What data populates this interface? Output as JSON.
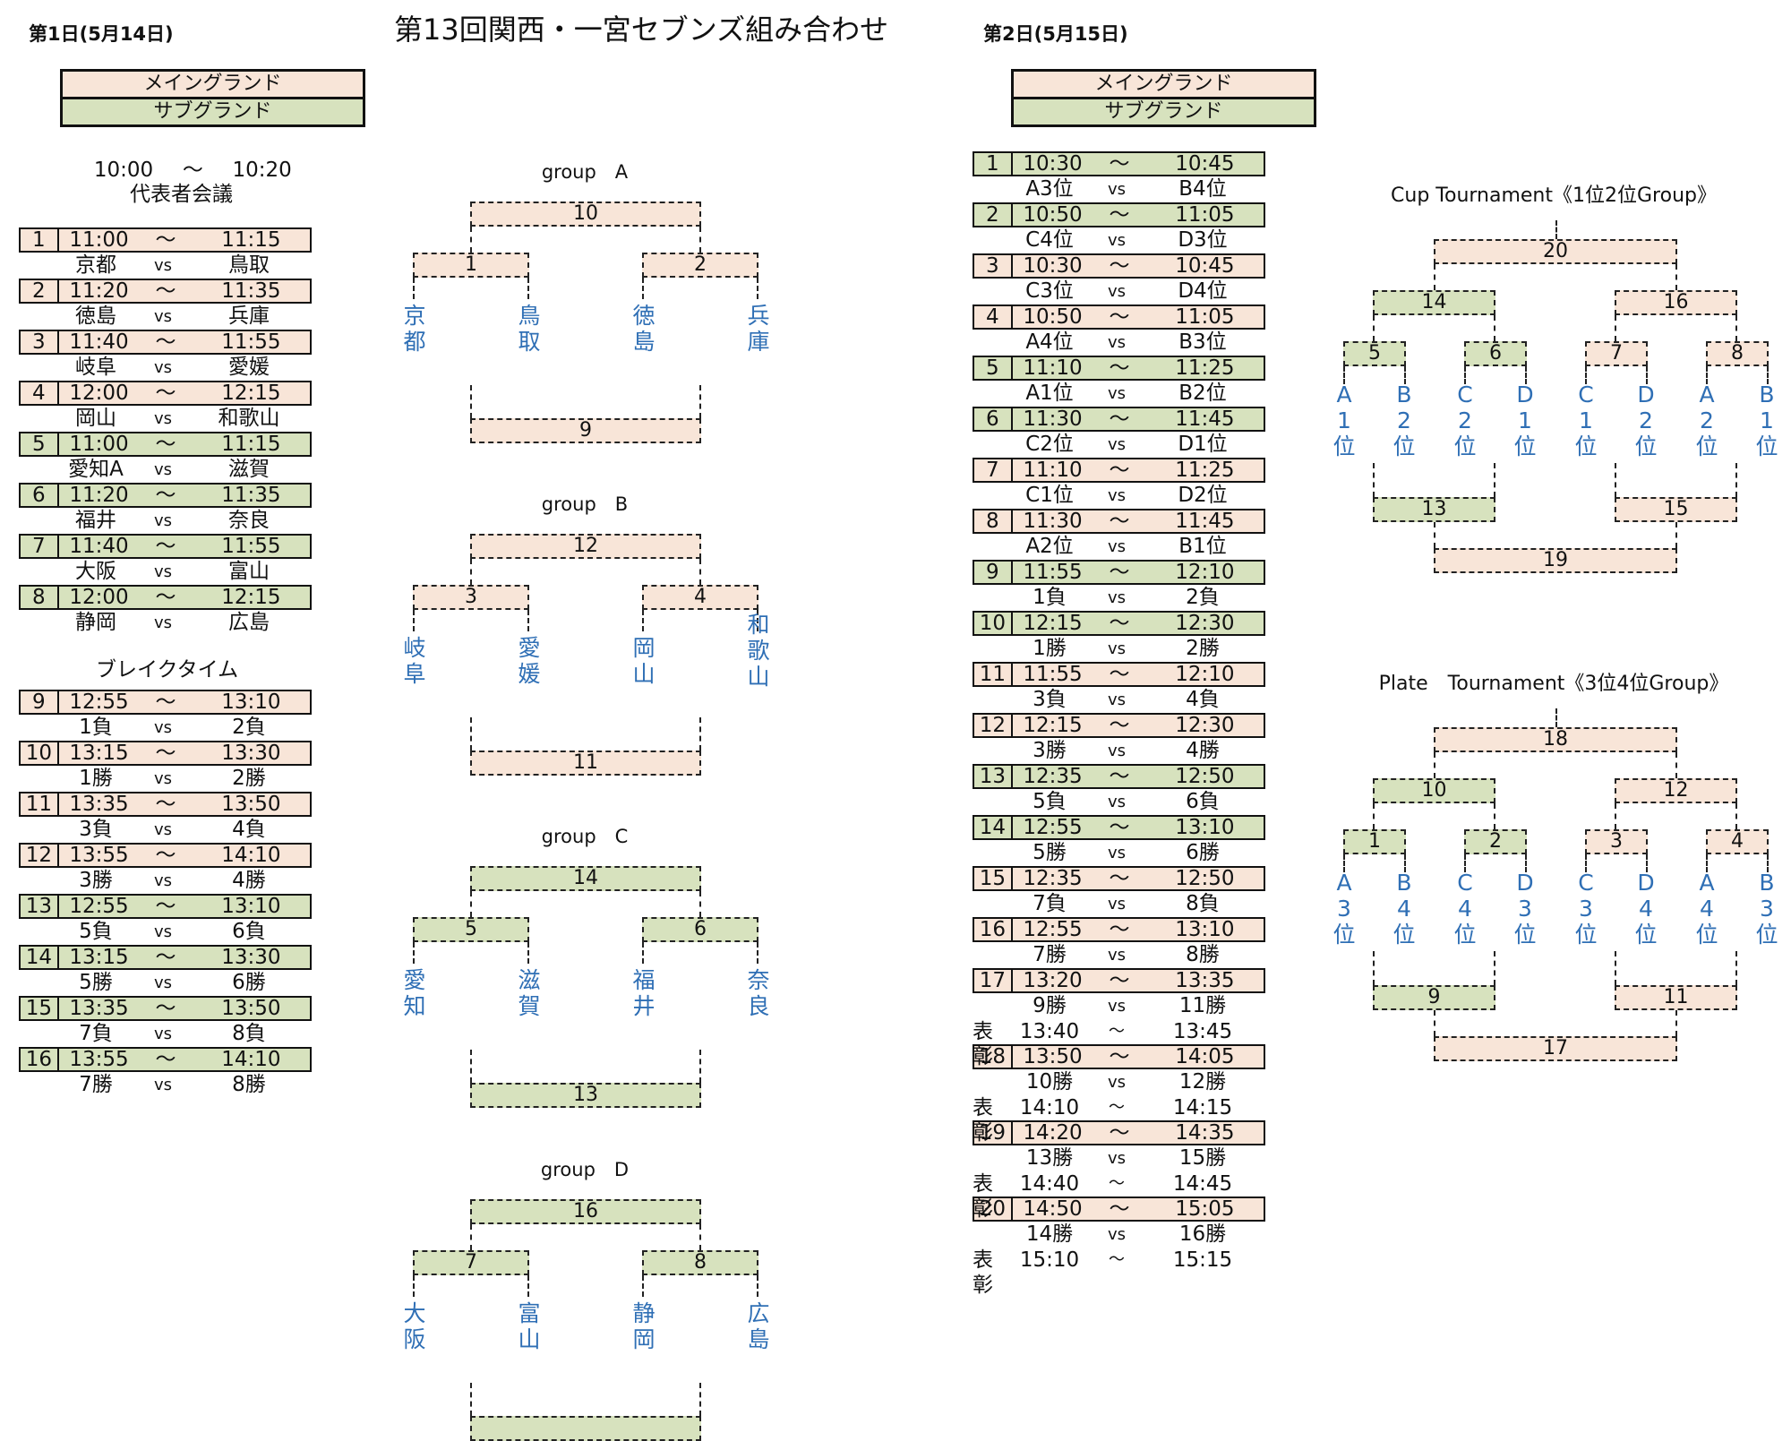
{
  "title": "第13回関西・一宮セブンズ組み合わせ",
  "legend": {
    "main": "メイングランド",
    "sub": "サブグランド"
  },
  "day1": {
    "heading": "第1日(5月14日)",
    "meeting": {
      "start": "10:00",
      "tilde": "～",
      "end": "10:20",
      "label": "代表者会議"
    },
    "break_label": "ブレイクタイム",
    "block1": [
      {
        "no": "1",
        "start": "11:00",
        "end": "11:15",
        "ground": "main",
        "a": "京都",
        "b": "鳥取"
      },
      {
        "no": "2",
        "start": "11:20",
        "end": "11:35",
        "ground": "main",
        "a": "徳島",
        "b": "兵庫"
      },
      {
        "no": "3",
        "start": "11:40",
        "end": "11:55",
        "ground": "main",
        "a": "岐阜",
        "b": "愛媛"
      },
      {
        "no": "4",
        "start": "12:00",
        "end": "12:15",
        "ground": "main",
        "a": "岡山",
        "b": "和歌山"
      },
      {
        "no": "5",
        "start": "11:00",
        "end": "11:15",
        "ground": "sub",
        "a": "愛知A",
        "b": "滋賀"
      },
      {
        "no": "6",
        "start": "11:20",
        "end": "11:35",
        "ground": "sub",
        "a": "福井",
        "b": "奈良"
      },
      {
        "no": "7",
        "start": "11:40",
        "end": "11:55",
        "ground": "sub",
        "a": "大阪",
        "b": "富山"
      },
      {
        "no": "8",
        "start": "12:00",
        "end": "12:15",
        "ground": "sub",
        "a": "静岡",
        "b": "広島"
      }
    ],
    "block2": [
      {
        "no": "9",
        "start": "12:55",
        "end": "13:10",
        "ground": "main",
        "a": "1負",
        "b": "2負"
      },
      {
        "no": "10",
        "start": "13:15",
        "end": "13:30",
        "ground": "main",
        "a": "1勝",
        "b": "2勝"
      },
      {
        "no": "11",
        "start": "13:35",
        "end": "13:50",
        "ground": "main",
        "a": "3負",
        "b": "4負"
      },
      {
        "no": "12",
        "start": "13:55",
        "end": "14:10",
        "ground": "main",
        "a": "3勝",
        "b": "4勝"
      },
      {
        "no": "13",
        "start": "12:55",
        "end": "13:10",
        "ground": "sub",
        "a": "5負",
        "b": "6負"
      },
      {
        "no": "14",
        "start": "13:15",
        "end": "13:30",
        "ground": "sub",
        "a": "5勝",
        "b": "6勝"
      },
      {
        "no": "15",
        "start": "13:35",
        "end": "13:50",
        "ground": "sub",
        "a": "7負",
        "b": "8負"
      },
      {
        "no": "16",
        "start": "13:55",
        "end": "14:10",
        "ground": "sub",
        "a": "7勝",
        "b": "8勝"
      }
    ]
  },
  "groups": [
    {
      "label": "group　A",
      "top": "10",
      "left": "1",
      "right": "2",
      "bottom": "9",
      "ground": "main",
      "teams": [
        "京都",
        "鳥取",
        "徳島",
        "兵庫"
      ]
    },
    {
      "label": "group　B",
      "top": "12",
      "left": "3",
      "right": "4",
      "bottom": "11",
      "ground": "main",
      "teams": [
        "岐阜",
        "愛媛",
        "岡山",
        "和歌山"
      ]
    },
    {
      "label": "group　C",
      "top": "14",
      "left": "5",
      "right": "6",
      "bottom": "13",
      "ground": "sub",
      "teams": [
        "愛知",
        "滋賀",
        "福井",
        "奈良"
      ]
    },
    {
      "label": "group　D",
      "top": "16",
      "left": "7",
      "right": "8",
      "bottom": "",
      "ground": "sub",
      "teams": [
        "大阪",
        "富山",
        "静岡",
        "広島"
      ]
    }
  ],
  "day2": {
    "heading": "第2日(5月15日)",
    "matches": [
      {
        "no": "1",
        "start": "10:30",
        "end": "10:45",
        "ground": "sub",
        "a": "A3位",
        "b": "B4位"
      },
      {
        "no": "2",
        "start": "10:50",
        "end": "11:05",
        "ground": "sub",
        "a": "C4位",
        "b": "D3位"
      },
      {
        "no": "3",
        "start": "10:30",
        "end": "10:45",
        "ground": "main",
        "a": "C3位",
        "b": "D4位"
      },
      {
        "no": "4",
        "start": "10:50",
        "end": "11:05",
        "ground": "main",
        "a": "A4位",
        "b": "B3位"
      },
      {
        "no": "5",
        "start": "11:10",
        "end": "11:25",
        "ground": "sub",
        "a": "A1位",
        "b": "B2位"
      },
      {
        "no": "6",
        "start": "11:30",
        "end": "11:45",
        "ground": "sub",
        "a": "C2位",
        "b": "D1位"
      },
      {
        "no": "7",
        "start": "11:10",
        "end": "11:25",
        "ground": "main",
        "a": "C1位",
        "b": "D2位"
      },
      {
        "no": "8",
        "start": "11:30",
        "end": "11:45",
        "ground": "main",
        "a": "A2位",
        "b": "B1位"
      },
      {
        "no": "9",
        "start": "11:55",
        "end": "12:10",
        "ground": "sub",
        "a": "1負",
        "b": "2負"
      },
      {
        "no": "10",
        "start": "12:15",
        "end": "12:30",
        "ground": "sub",
        "a": "1勝",
        "b": "2勝"
      },
      {
        "no": "11",
        "start": "11:55",
        "end": "12:10",
        "ground": "main",
        "a": "3負",
        "b": "4負"
      },
      {
        "no": "12",
        "start": "12:15",
        "end": "12:30",
        "ground": "main",
        "a": "3勝",
        "b": "4勝"
      },
      {
        "no": "13",
        "start": "12:35",
        "end": "12:50",
        "ground": "sub",
        "a": "5負",
        "b": "6負"
      },
      {
        "no": "14",
        "start": "12:55",
        "end": "13:10",
        "ground": "sub",
        "a": "5勝",
        "b": "6勝"
      },
      {
        "no": "15",
        "start": "12:35",
        "end": "12:50",
        "ground": "main",
        "a": "7負",
        "b": "8負"
      },
      {
        "no": "16",
        "start": "12:55",
        "end": "13:10",
        "ground": "main",
        "a": "7勝",
        "b": "8勝"
      },
      {
        "no": "17",
        "start": "13:20",
        "end": "13:35",
        "ground": "main",
        "a": "9勝",
        "b": "11勝",
        "award": {
          "label": "表彰",
          "start": "13:40",
          "end": "13:45"
        }
      },
      {
        "no": "18",
        "start": "13:50",
        "end": "14:05",
        "ground": "main",
        "a": "10勝",
        "b": "12勝",
        "award": {
          "label": "表彰",
          "start": "14:10",
          "end": "14:15"
        }
      },
      {
        "no": "19",
        "start": "14:20",
        "end": "14:35",
        "ground": "main",
        "a": "13勝",
        "b": "15勝",
        "award": {
          "label": "表彰",
          "start": "14:40",
          "end": "14:45"
        }
      },
      {
        "no": "20",
        "start": "14:50",
        "end": "15:05",
        "ground": "main",
        "a": "14勝",
        "b": "16勝",
        "award": {
          "label": "表彰",
          "start": "15:10",
          "end": "15:15"
        }
      }
    ]
  },
  "cup": {
    "label": "Cup Tournament《1位2位Group》",
    "final": "20",
    "semi_left": "14",
    "semi_right": "16",
    "qf": [
      "5",
      "6",
      "7",
      "8"
    ],
    "cons_left": "13",
    "cons_right": "15",
    "bottom": "19",
    "teams": [
      [
        "A",
        "1",
        "位"
      ],
      [
        "B",
        "2",
        "位"
      ],
      [
        "C",
        "2",
        "位"
      ],
      [
        "D",
        "1",
        "位"
      ],
      [
        "C",
        "1",
        "位"
      ],
      [
        "D",
        "2",
        "位"
      ],
      [
        "A",
        "2",
        "位"
      ],
      [
        "B",
        "1",
        "位"
      ]
    ]
  },
  "plate": {
    "label": "Plate　Tournament《3位4位Group》",
    "final": "18",
    "semi_left": "10",
    "semi_right": "12",
    "qf": [
      "1",
      "2",
      "3",
      "4"
    ],
    "cons_left": "9",
    "cons_right": "11",
    "bottom": "17",
    "teams": [
      [
        "A",
        "3",
        "位"
      ],
      [
        "B",
        "4",
        "位"
      ],
      [
        "C",
        "4",
        "位"
      ],
      [
        "D",
        "3",
        "位"
      ],
      [
        "C",
        "3",
        "位"
      ],
      [
        "D",
        "4",
        "位"
      ],
      [
        "A",
        "4",
        "位"
      ],
      [
        "B",
        "3",
        "位"
      ]
    ]
  },
  "vs": "vs",
  "tilde": "～"
}
